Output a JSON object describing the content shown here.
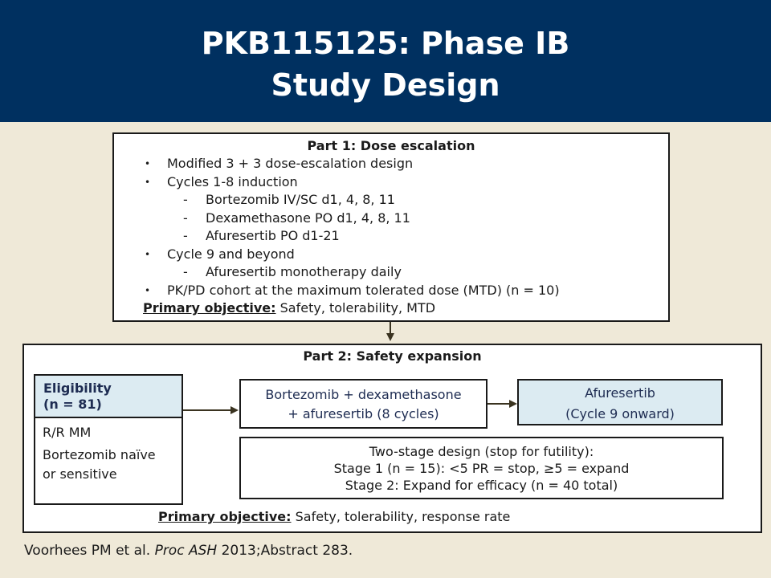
{
  "header": {
    "title_line1": "PKB115125: Phase IB",
    "title_line2": "Study Design"
  },
  "part1": {
    "title": "Part 1: Dose escalation",
    "items": [
      {
        "kind": "bullet",
        "text": "Modified 3 + 3 dose-escalation design"
      },
      {
        "kind": "bullet",
        "text": "Cycles 1-8 induction"
      },
      {
        "kind": "dash",
        "text": "Bortezomib IV/SC d1, 4, 8, 11"
      },
      {
        "kind": "dash",
        "text": "Dexamethasone PO d1, 4, 8, 11"
      },
      {
        "kind": "dash",
        "text": "Afuresertib PO d1-21"
      },
      {
        "kind": "bullet",
        "text": "Cycle 9 and beyond"
      },
      {
        "kind": "dash",
        "text": "Afuresertib monotherapy daily"
      },
      {
        "kind": "bullet",
        "text": "PK/PD cohort at the maximum tolerated dose (MTD) (n = 10)"
      }
    ],
    "objective_label": "Primary objective:",
    "objective_text": " Safety, tolerability, MTD"
  },
  "part2": {
    "title": "Part 2: Safety expansion",
    "eligibility": {
      "head_line1": "Eligibility",
      "head_line2": "(n = 81)",
      "line1": "R/R MM",
      "line2a": "Bortezomib naïve",
      "line2b": "or sensitive"
    },
    "combo_line1": "Bortezomib + dexamethasone",
    "combo_line2": "+ afuresertib (8 cycles)",
    "mono_line1": "Afuresertib",
    "mono_line2": "(Cycle 9 onward)",
    "design_line1": "Two-stage design (stop for futility):",
    "design_line2": "Stage 1 (n = 15): <5 PR = stop, ≥5 = expand",
    "design_line3": "Stage 2: Expand for efficacy (n = 40 total)",
    "objective_label": "Primary objective:",
    "objective_text": " Safety, tolerability, response rate"
  },
  "citation": {
    "authors": "Voorhees PM et al. ",
    "journal": "Proc ASH",
    "rest": " 2013;Abstract 283."
  }
}
